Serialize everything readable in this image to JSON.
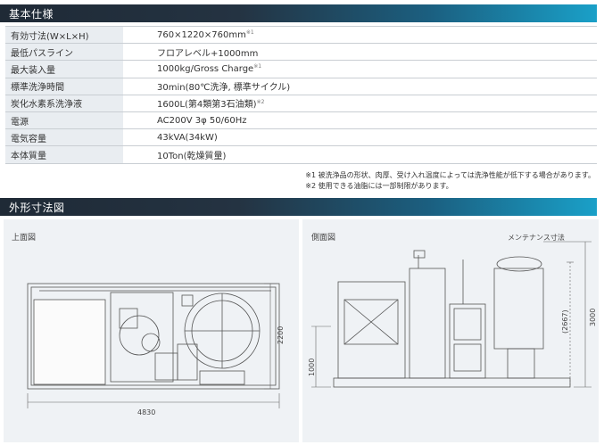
{
  "spec_section": {
    "title": "基本仕様",
    "rows": [
      {
        "label": "有効寸法(W×L×H)",
        "value": "760×1220×760mm",
        "note": "※1"
      },
      {
        "label": "最低パスライン",
        "value": "フロアレベル+1000mm",
        "note": ""
      },
      {
        "label": "最大装入量",
        "value": "1000kg/Gross Charge",
        "note": "※1"
      },
      {
        "label": "標準洗浄時間",
        "value": "30min(80℃洗浄, 標準サイクル)",
        "note": ""
      },
      {
        "label": "炭化水素系洗浄液",
        "value": "1600L(第4類第3石油類)",
        "note": "※2"
      },
      {
        "label": "電源",
        "value": "AC200V 3φ 50/60Hz",
        "note": ""
      },
      {
        "label": "電気容量",
        "value": "43kVA(34kW)",
        "note": ""
      },
      {
        "label": "本体質量",
        "value": "10Ton(乾燥質量)",
        "note": ""
      }
    ],
    "notes": [
      "※1 被洗浄品の形状、肉厚、受け入れ温度によっては洗浄性能が低下する場合があります。",
      "※2 使用できる油脂には一部制限があります。"
    ]
  },
  "dimension_section": {
    "title": "外形寸法図",
    "top_view": {
      "title": "上面図",
      "width_label": "4830",
      "depth_label": "2200"
    },
    "side_view": {
      "title": "側面図",
      "maintenance_label": "メンテナンス寸法",
      "pass_line_label": "1000",
      "height_label": "3000",
      "height_inner_label": "(2667)"
    }
  }
}
